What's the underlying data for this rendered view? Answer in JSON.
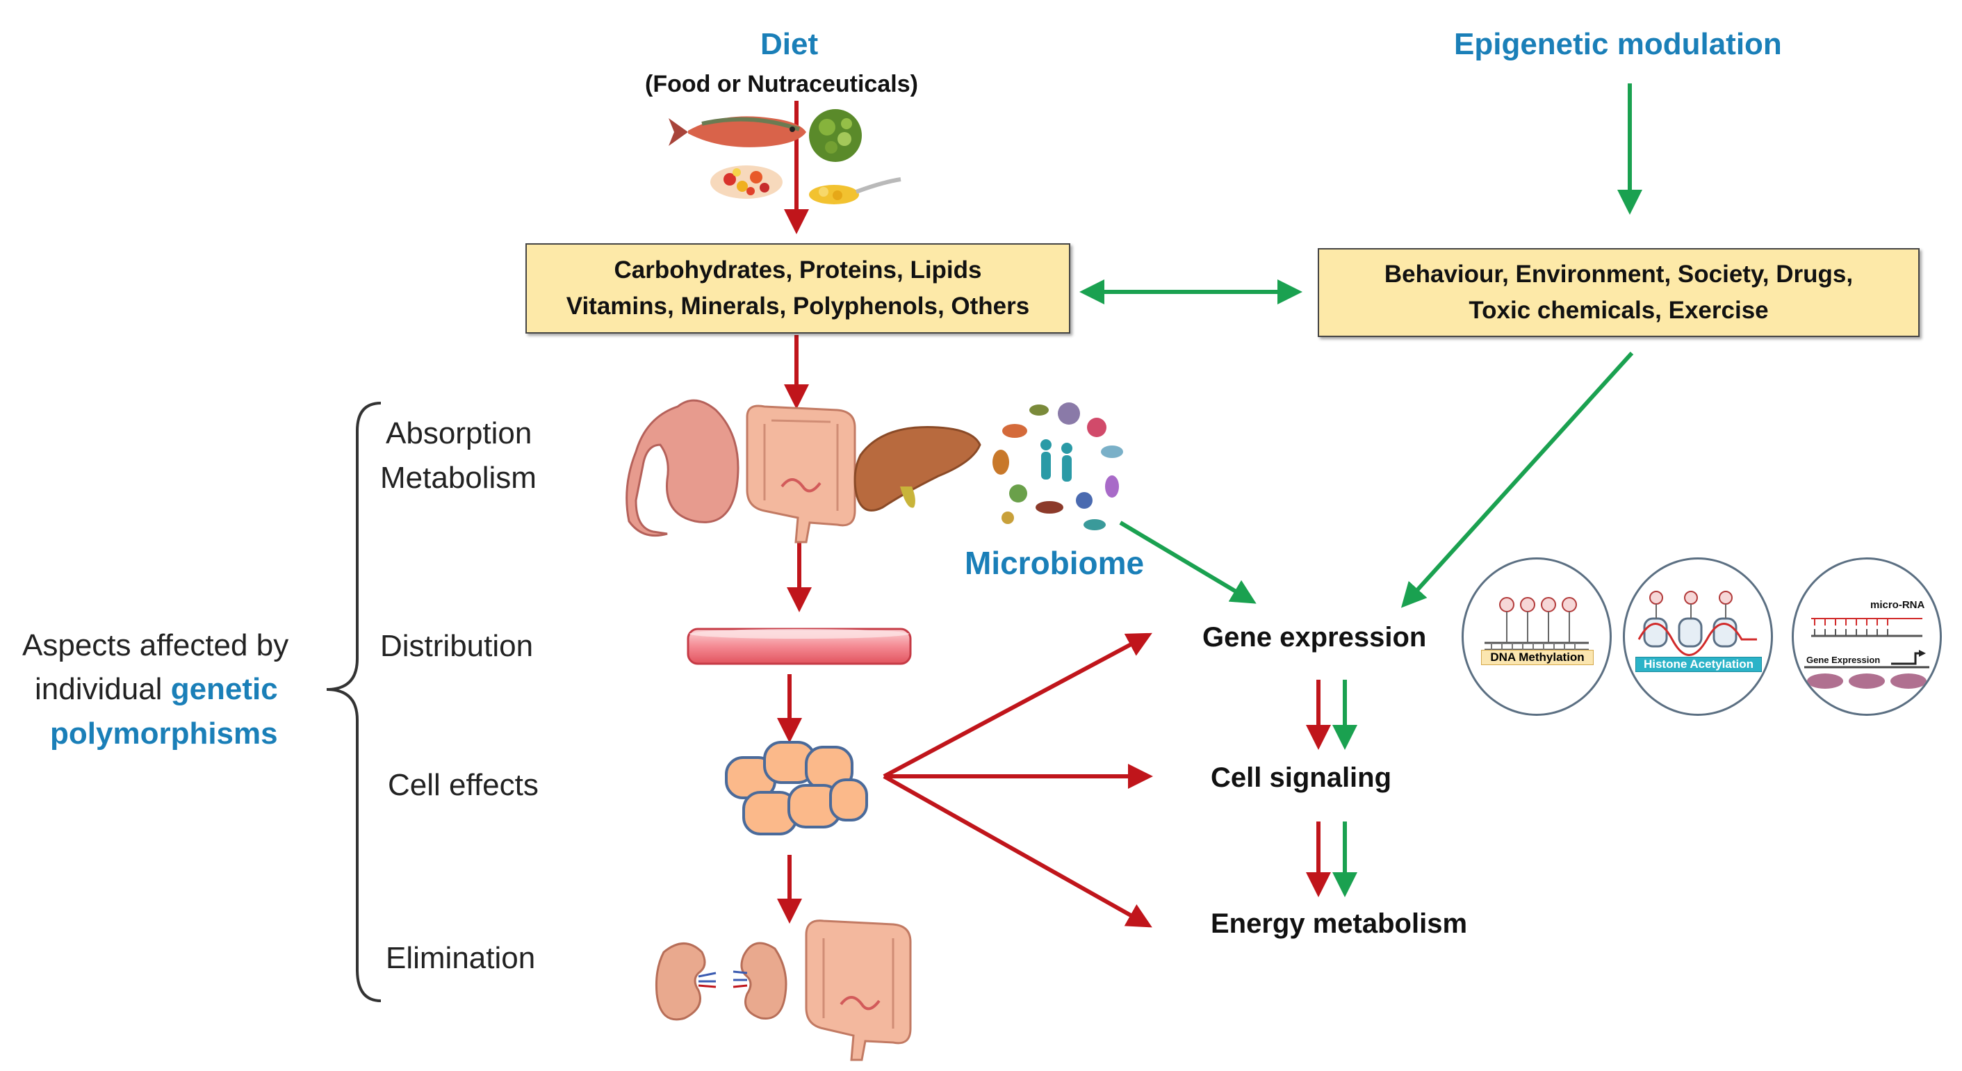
{
  "diet": {
    "title": "Diet",
    "subtitle": "(Food or Nutraceuticals)",
    "icons": [
      "salmon-icon",
      "greens-icon",
      "pills-icon",
      "spoon-icon"
    ]
  },
  "epigenetic": {
    "title": "Epigenetic modulation"
  },
  "nutrients_box": {
    "line1": "Carbohydrates, Proteins, Lipids",
    "line2": "Vitamins, Minerals, Polyphenols, Others"
  },
  "factors_box": {
    "line1": "Behaviour, Environment, Society, Drugs,",
    "line2": "Toxic chemicals, Exercise"
  },
  "stages": {
    "absorption": "Absorption",
    "metabolism": "Metabolism",
    "distribution": "Distribution",
    "cell_effects": "Cell effects",
    "elimination": "Elimination"
  },
  "aspects": {
    "line1": "Aspects affected by",
    "line2_prefix": "individual",
    "line2_highlight": "genetic",
    "line3": "polymorphisms"
  },
  "microbiome": {
    "label": "Microbiome"
  },
  "outcomes": {
    "gene_expression": "Gene expression",
    "cell_signaling": "Cell signaling",
    "energy_metabolism": "Energy metabolism"
  },
  "insets": {
    "dna_methylation": "DNA Methylation",
    "histone_acetylation": "Histone Acetylation",
    "micro_rna": "micro-RNA",
    "gene_expression_small": "Gene Expression"
  },
  "colors": {
    "accent_blue": "#1a7fb8",
    "arrow_red": "#c0151b",
    "arrow_green": "#1aa150",
    "box_fill": "#fde9a8"
  }
}
